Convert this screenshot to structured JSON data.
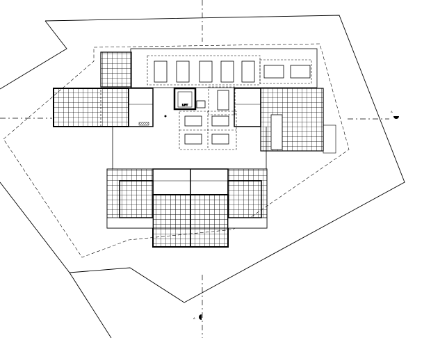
{
  "drawing": {
    "type": "architectural floor plan",
    "labels": {
      "lift": "LIFT",
      "section_mark_bottom": "A",
      "section_mark_right": "A"
    },
    "colors": {
      "line": "#000000",
      "background": "#ffffff"
    }
  }
}
